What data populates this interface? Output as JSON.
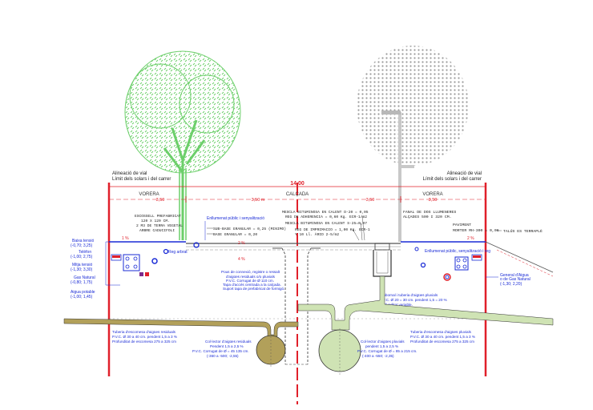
{
  "drawing": {
    "total_width": "14,00",
    "left_alignment": [
      "Alineació de vial",
      "Límit dels solars i del carrer"
    ],
    "right_alignment": [
      "Alineació de vial",
      "Límit dels solars i del carrer"
    ],
    "left_sidewalk": {
      "name": "VORERA",
      "width": "3,50"
    },
    "right_sidewalk": {
      "name": "VORERA",
      "width": "3,50"
    },
    "roadway": {
      "name": "CALÇADA",
      "left_width": "3,50 m",
      "right_width": "3,50"
    },
    "slopes": {
      "left_sidewalk": "1 %",
      "road_left_top": "2 %",
      "road_left_bottom": "4 %",
      "right_sidewalk": "2 %"
    },
    "tree_pit_note": [
      "ESCOSSELL PREFABRICAT",
      "120 X 120 CM.",
      "2 M3 DE TERRA VEGETAL",
      "ARBRE CADUCIFOLI"
    ],
    "lighting_left": "Enllumenat públic i senyalització",
    "lighting_right": "Enllumenat públic, senyalització i reg",
    "irrigation": "Reg arbrat",
    "layers": [
      "MESCLA BITUMINOSA EN CALENT D-20 = 0,05",
      "REG DE ADHERENCIA = 0,60 Kg. ECR-1/m2",
      "MESCLA BITUMINOSA EN CALENT S-25=0,07",
      "REG DE IMPRIMACIO = 1,00 Kg. ECR-1",
      "Y 10 Ll. ÀRID 2-5/m2"
    ],
    "base_layers": [
      "SUB-BASE GRANULAR = 0,25 (MINIMO)",
      "BASE GRANULAR = 0,20"
    ],
    "lamp_note": [
      "FANAL DE DOS LLUMENERES",
      "ALÇADES 500 I 320 CM."
    ],
    "pavement_note": [
      "PAVIMENT",
      "MORTER MH-300 = 0,06"
    ],
    "embankment": "TALÚS ES TERRAPLÈ",
    "services_left": [
      {
        "name": "Baixa tensió",
        "coords": "(-0,70; 3,25)"
      },
      {
        "name": "Telèfon",
        "coords": "(-1,00; 2,75)"
      },
      {
        "name": "Mitja tensió",
        "coords": "(-1,30; 3,30)"
      },
      {
        "name": "Gas Natural",
        "coords": "(-0,80; 1,75)"
      },
      {
        "name": "Aigua potable",
        "coords": "(-1,00; 1,45)"
      }
    ],
    "service_right": {
      "name": "General d'Aigua o de Gas Natural",
      "coords": "(-1,30; 2,20)"
    },
    "manhole_note": [
      "Pous de connexió, registre o ressalt",
      "d'aigües residuals o/o pluvials",
      "P.V.C. Corrugat de    Ø 110 cm.",
      "Tapa d'accés centrada a la calçada.",
      "Suport tapa de prefabricat de formigó."
    ],
    "gully_note": [
      "Embornal i tuberia d'aigües pluvials",
      "P.V.C.  Ø 20 = 30 cm. pendent 1,5 = 20 %",
      "Profunditat variable."
    ],
    "pipe_left": [
      "Tuberia d'escomesa d'aigües residuals",
      "P.V.C.  Ø 30 a 40 cm. pendent 1,5 a 3 %",
      "Profunditat de escomesa 275 a 325 cm"
    ],
    "pipe_right": [
      "Tuberia d'escomesa d'aigües pluvials",
      "P.V.C.  Ø 30 a 40 cm. pendent 1,5 a 3 %",
      "Profunditat de escomesa 275 a 325 cm"
    ],
    "collector_residual": [
      "Col·lector d'aigües residuals",
      "Pendent 1,5 a 2,5 %",
      "P.V.C. Corrugat de    Ø = 45 135 cm.",
      "(-360 a -500; -2,55)"
    ],
    "collector_pluvial": [
      "Col·lector d'aigües pluvials",
      "pendent 1,5 a 2,5 %",
      "P.V.C. Corrugat de    Ø = 85 a 215 cm.",
      "(-400 a -550; -2,35)"
    ]
  },
  "colors": {
    "boundary_red": "#e0202a",
    "annotation_blue": "#1a2bd6",
    "tree_green": "#6ccf6a",
    "ground_olive": "#b2a05a",
    "pluvial_green": "#cfe3b4",
    "lamp_grey": "#c8c8c8"
  }
}
